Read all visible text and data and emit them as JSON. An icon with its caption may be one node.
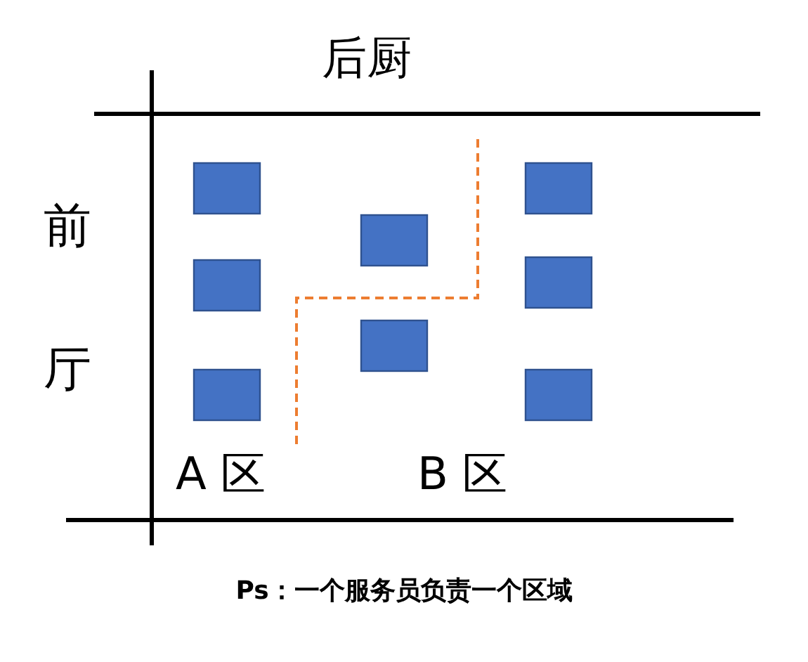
{
  "diagram": {
    "caption": "Ps：一个服务员负责一个区域",
    "labels": [
      "后厨",
      "前",
      "厅",
      "A 区",
      "B 区"
    ]
  }
}
